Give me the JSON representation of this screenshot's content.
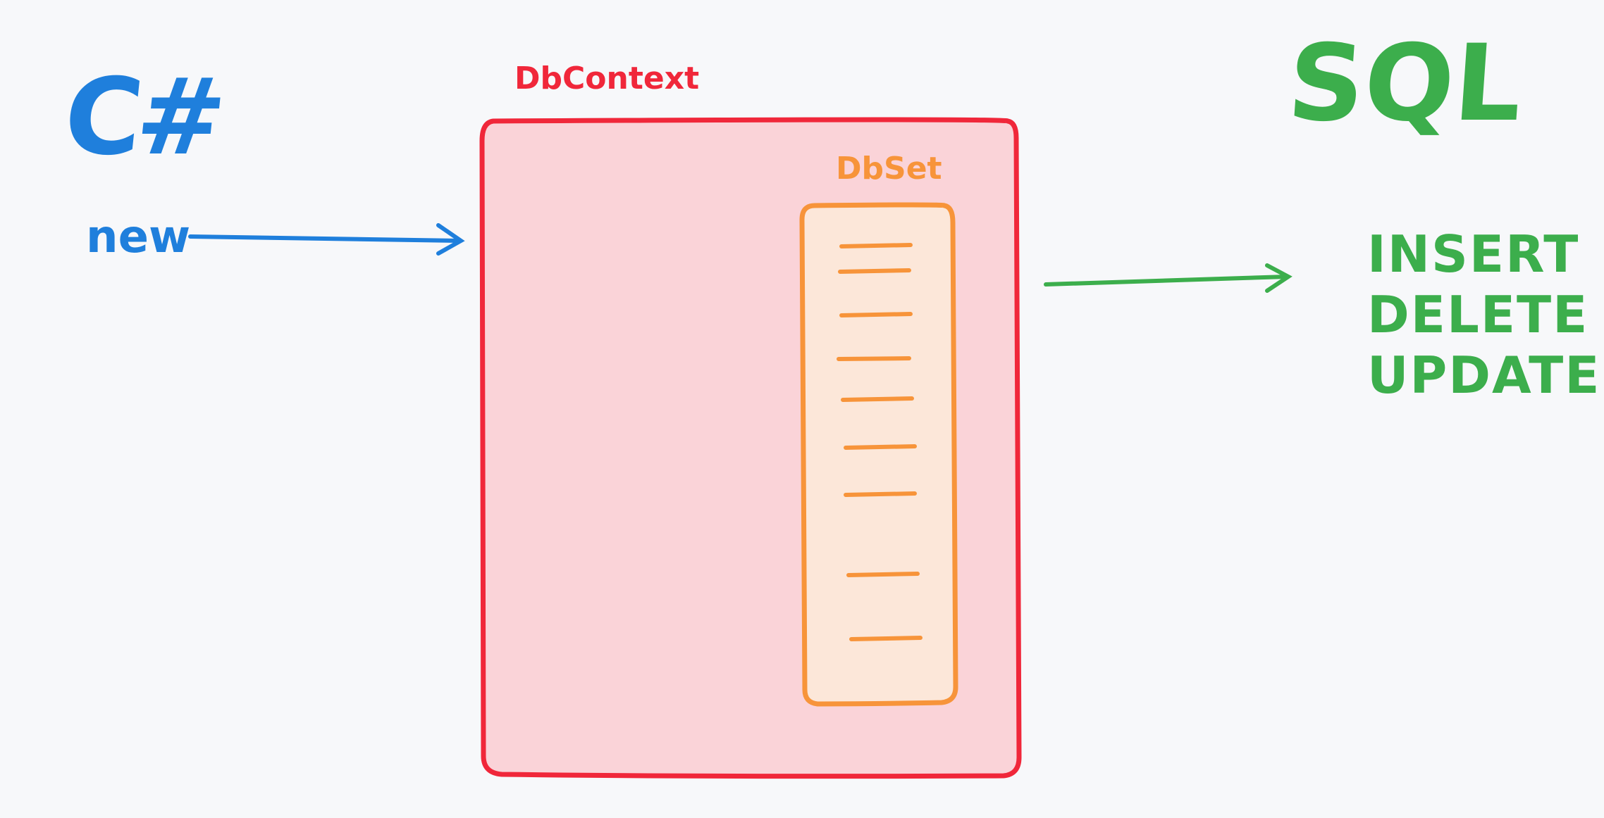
{
  "labels": {
    "left_language": "C#",
    "left_action": "new",
    "right_language": "SQL",
    "context_label": "DbContext",
    "set_label": "DbSet"
  },
  "sql_operations": [
    "INSERT",
    "DELETE",
    "UPDATE"
  ],
  "dbset_entries_count": 9,
  "colors": {
    "background": "#f7f8fa",
    "csharp_blue": "#1f7fdc",
    "sql_green": "#3cae4c",
    "context_red": "#f0273a",
    "context_fill": "#fad3d8",
    "set_orange": "#f7943a",
    "set_fill": "#fce7d9"
  }
}
